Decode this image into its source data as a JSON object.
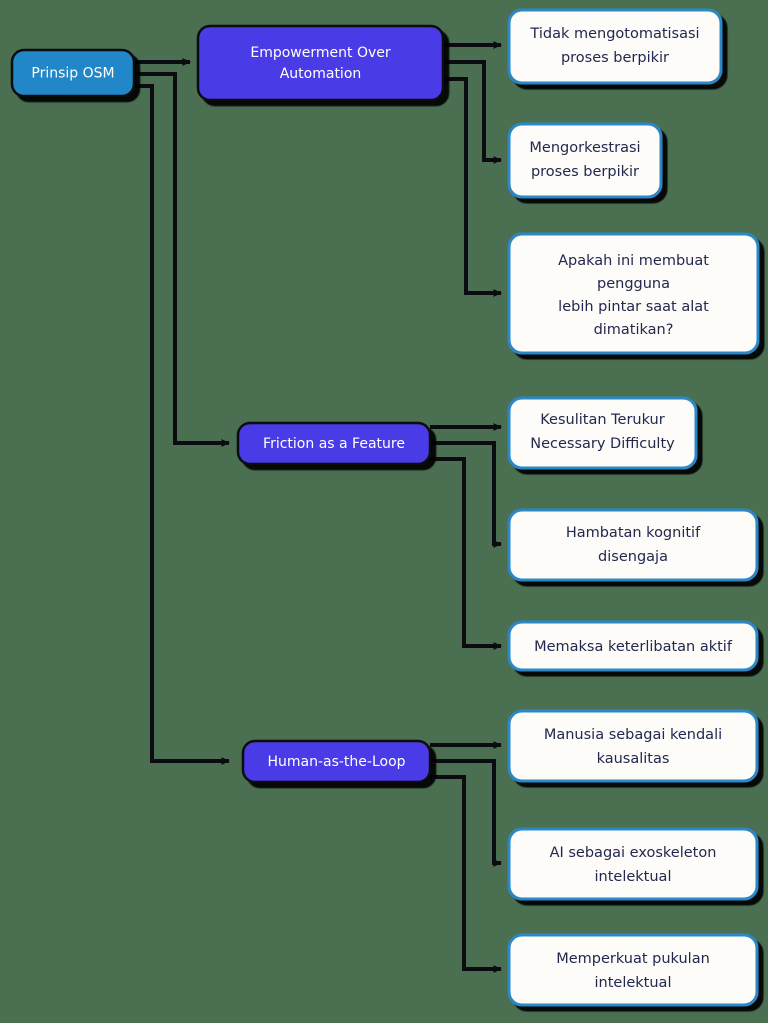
{
  "diagram": {
    "type": "flowchart",
    "direction": "left-to-right",
    "background_color": "#4a7051",
    "colors": {
      "root_fill": "#2187c9",
      "root_stroke": "#0b0b11",
      "root_text": "#ffffff",
      "branch_fill": "#4a3ae5",
      "branch_stroke": "#0b0b11",
      "branch_text": "#ffffff",
      "leaf_fill": "#fdfcf8",
      "leaf_stroke": "#2b87c8",
      "leaf_text": "#232850",
      "edge_stroke": "#0b0b11"
    },
    "root": {
      "id": "root",
      "label": "Prinsip OSM"
    },
    "branches": [
      {
        "id": "empowerment",
        "label_lines": [
          "Empowerment Over",
          "Automation"
        ],
        "label": "Empowerment Over Automation",
        "children": [
          {
            "id": "emp-c1",
            "label_lines": [
              "Tidak mengotomatisasi",
              "proses berpikir"
            ],
            "label": "Tidak mengotomatisasi proses berpikir"
          },
          {
            "id": "emp-c2",
            "label_lines": [
              "Mengorkestrasi",
              "proses berpikir"
            ],
            "label": "Mengorkestrasi proses berpikir"
          },
          {
            "id": "emp-c3",
            "label_lines": [
              "Apakah ini membuat",
              "pengguna",
              "lebih pintar saat alat",
              "dimatikan?"
            ],
            "label": "Apakah ini membuat pengguna lebih pintar saat alat dimatikan?"
          }
        ]
      },
      {
        "id": "friction",
        "label_lines": [
          "Friction as a Feature"
        ],
        "label": "Friction as a Feature",
        "children": [
          {
            "id": "fri-c1",
            "label_lines": [
              "Kesulitan Terukur",
              "Necessary Difficulty"
            ],
            "label": "Kesulitan Terukur Necessary Difficulty"
          },
          {
            "id": "fri-c2",
            "label_lines": [
              "Hambatan kognitif",
              "disengaja"
            ],
            "label": "Hambatan kognitif disengaja"
          },
          {
            "id": "fri-c3",
            "label_lines": [
              "Memaksa keterlibatan aktif"
            ],
            "label": "Memaksa keterlibatan aktif"
          }
        ]
      },
      {
        "id": "human",
        "label_lines": [
          "Human-as-the-Loop"
        ],
        "label": "Human-as-the-Loop",
        "children": [
          {
            "id": "hum-c1",
            "label_lines": [
              "Manusia sebagai kendali",
              "kausalitas"
            ],
            "label": "Manusia sebagai kendali kausalitas"
          },
          {
            "id": "hum-c2",
            "label_lines": [
              "AI sebagai exoskeleton",
              "intelektual"
            ],
            "label": "AI sebagai exoskeleton intelektual"
          },
          {
            "id": "hum-c3",
            "label_lines": [
              "Memperkuat pukulan",
              "intelektual"
            ],
            "label": "Memperkuat pukulan intelektual"
          }
        ]
      }
    ]
  }
}
